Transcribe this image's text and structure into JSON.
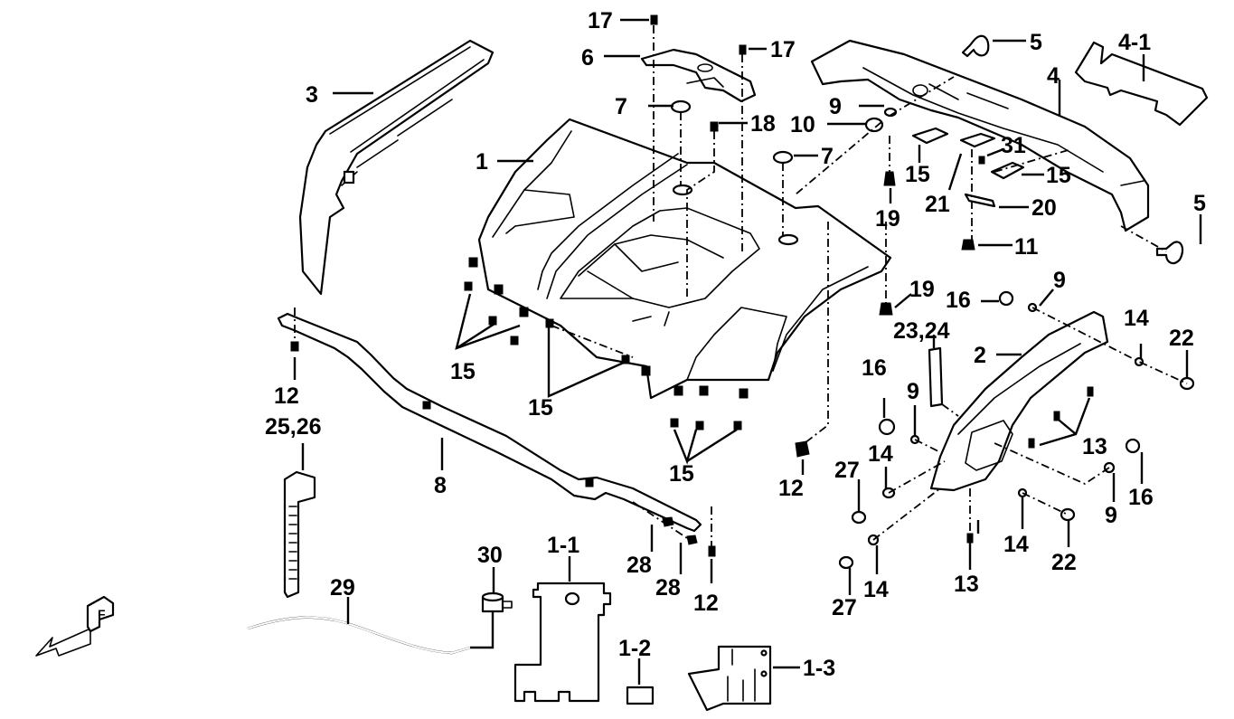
{
  "diagram": {
    "title": "Rear fender / carrier assembly exploded view",
    "orientation_mark": "F",
    "callouts": [
      {
        "id": "c-17a",
        "label": "17"
      },
      {
        "id": "c-6",
        "label": "6"
      },
      {
        "id": "c-17b",
        "label": "17"
      },
      {
        "id": "c-5a",
        "label": "5"
      },
      {
        "id": "c-4-1",
        "label": "4-1"
      },
      {
        "id": "c-4",
        "label": "4"
      },
      {
        "id": "c-3",
        "label": "3"
      },
      {
        "id": "c-7a",
        "label": "7"
      },
      {
        "id": "c-18",
        "label": "18"
      },
      {
        "id": "c-9a",
        "label": "9"
      },
      {
        "id": "c-10",
        "label": "10"
      },
      {
        "id": "c-1",
        "label": "1"
      },
      {
        "id": "c-7b",
        "label": "7"
      },
      {
        "id": "c-15a",
        "label": "15"
      },
      {
        "id": "c-31",
        "label": "31"
      },
      {
        "id": "c-15b",
        "label": "15"
      },
      {
        "id": "c-19a",
        "label": "19"
      },
      {
        "id": "c-21",
        "label": "21"
      },
      {
        "id": "c-20",
        "label": "20"
      },
      {
        "id": "c-5b",
        "label": "5"
      },
      {
        "id": "c-11",
        "label": "11"
      },
      {
        "id": "c-19b",
        "label": "19"
      },
      {
        "id": "c-16a",
        "label": "16"
      },
      {
        "id": "c-9b",
        "label": "9"
      },
      {
        "id": "c-23-24",
        "label": "23,24"
      },
      {
        "id": "c-14a",
        "label": "14"
      },
      {
        "id": "c-22a",
        "label": "22"
      },
      {
        "id": "c-2",
        "label": "2"
      },
      {
        "id": "c-15c",
        "label": "15"
      },
      {
        "id": "c-15d",
        "label": "15"
      },
      {
        "id": "c-15e",
        "label": "15"
      },
      {
        "id": "c-12a",
        "label": "12"
      },
      {
        "id": "c-25-26",
        "label": "25,26"
      },
      {
        "id": "c-8",
        "label": "8"
      },
      {
        "id": "c-16b",
        "label": "16"
      },
      {
        "id": "c-9c",
        "label": "9"
      },
      {
        "id": "c-13a",
        "label": "13"
      },
      {
        "id": "c-27a",
        "label": "27"
      },
      {
        "id": "c-14b",
        "label": "14"
      },
      {
        "id": "c-12b",
        "label": "12"
      },
      {
        "id": "c-9d",
        "label": "9"
      },
      {
        "id": "c-16c",
        "label": "16"
      },
      {
        "id": "c-14c",
        "label": "14"
      },
      {
        "id": "c-22b",
        "label": "22"
      },
      {
        "id": "c-30",
        "label": "30"
      },
      {
        "id": "c-1-1",
        "label": "1-1"
      },
      {
        "id": "c-28a",
        "label": "28"
      },
      {
        "id": "c-28b",
        "label": "28"
      },
      {
        "id": "c-12c",
        "label": "12"
      },
      {
        "id": "c-29",
        "label": "29"
      },
      {
        "id": "c-27b",
        "label": "27"
      },
      {
        "id": "c-14d",
        "label": "14"
      },
      {
        "id": "c-13b",
        "label": "13"
      },
      {
        "id": "c-1-2",
        "label": "1-2"
      },
      {
        "id": "c-1-3",
        "label": "1-3"
      }
    ]
  }
}
